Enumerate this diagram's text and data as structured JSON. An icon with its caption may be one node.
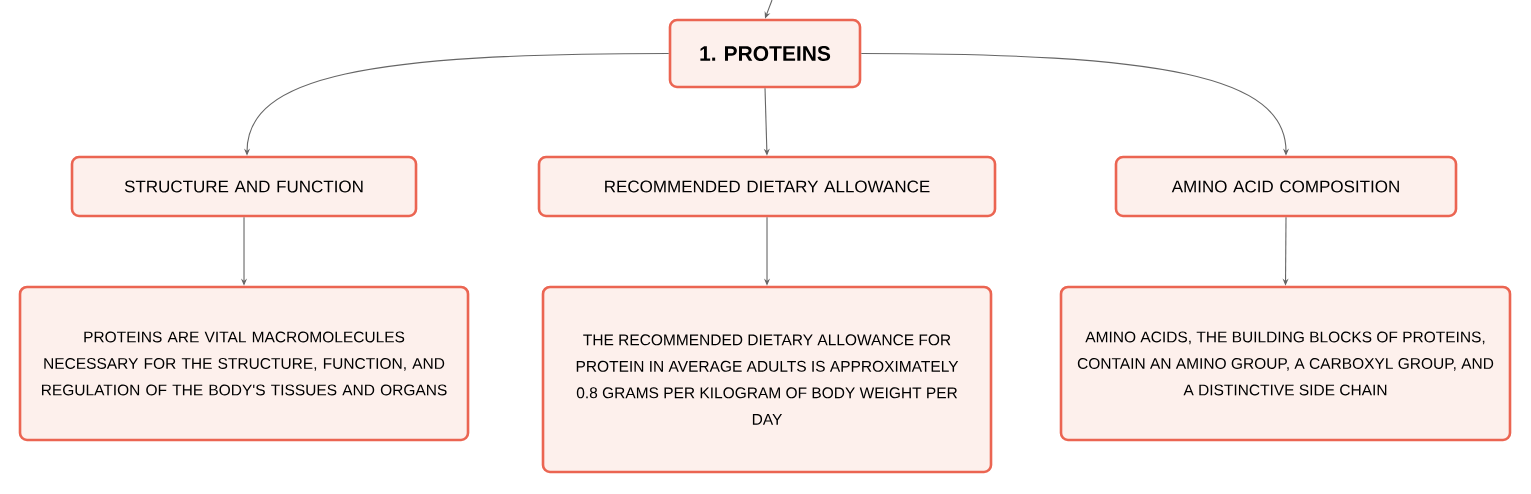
{
  "diagram": {
    "nodes": [
      {
        "text": [
          "1. PROTEINS"
        ]
      },
      {
        "text": [
          "STRUCTURE AND FUNCTION"
        ]
      },
      {
        "text": [
          "RECOMMENDED DIETARY ALLOWANCE"
        ]
      },
      {
        "text": [
          "AMINO ACID COMPOSITION"
        ]
      },
      {
        "text": [
          "PROTEINS ARE VITAL MACROMOLECULES NECESSARY FOR THE STRUCTURE, FUNCTION, AND REGULATION OF THE BODY'S TISSUES AND ORGANS"
        ]
      },
      {
        "text": [
          "THE RECOMMENDED DIETARY ALLOWANCE FOR PROTEIN IN AVERAGE ADULTS IS APPROXIMATELY 0.8 GRAMS PER KILOGRAM OF BODY WEIGHT PER DAY"
        ]
      },
      {
        "text": [
          "AMINO ACIDS, THE BUILDING BLOCKS OF PROTEINS, CONTAIN AN AMINO GROUP, A CARBOXYL GROUP, AND A DISTINCTIVE SIDE CHAIN"
        ]
      }
    ],
    "edges": [
      {
        "from": null,
        "to": 0,
        "arrow": "to"
      },
      {
        "from": 0,
        "to": 1,
        "arrow": "to"
      },
      {
        "from": 0,
        "to": 2,
        "arrow": "to"
      },
      {
        "from": 0,
        "to": 3,
        "arrow": "to"
      },
      {
        "from": 1,
        "to": 4,
        "arrow": "to"
      },
      {
        "from": 2,
        "to": 5,
        "arrow": "to"
      },
      {
        "from": 3,
        "to": 6,
        "arrow": "to"
      }
    ]
  }
}
